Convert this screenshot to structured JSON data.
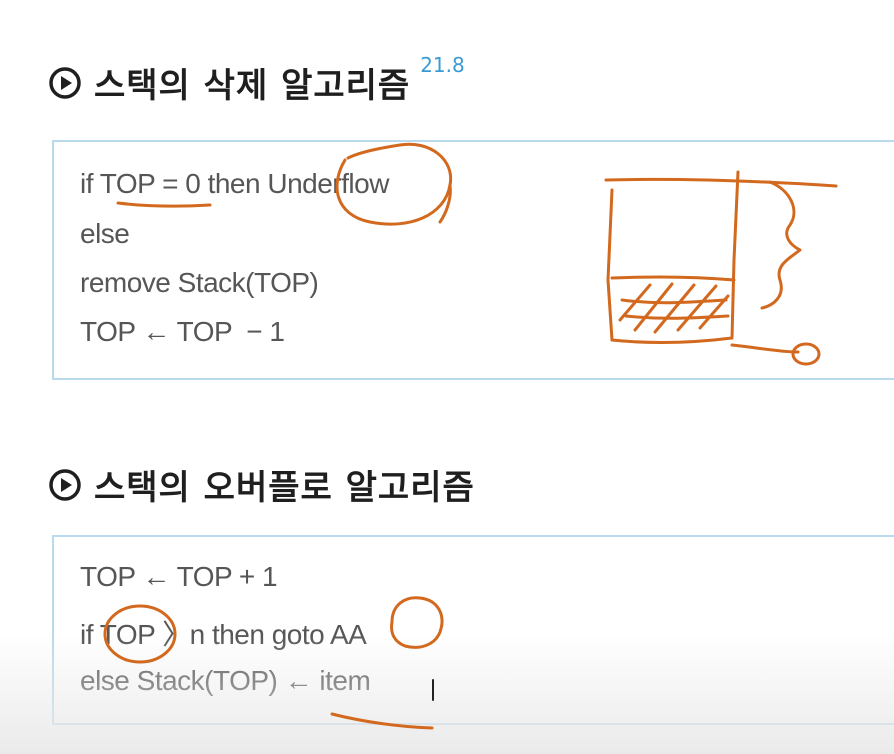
{
  "section1": {
    "title": "스택의 삭제 알고리즘",
    "superscript": "21.8",
    "code": [
      "if TOP = 0 then Underflow",
      "else",
      "remove Stack(TOP)",
      "TOP ← TOP  − 1"
    ]
  },
  "section2": {
    "title": "스택의 오버플로 알고리즘",
    "code": [
      "TOP ← TOP + 1",
      "if TOP 〉n then goto AA",
      "else Stack(TOP) ← item"
    ]
  },
  "colors": {
    "heading_text": "#1f1f1f",
    "code_text": "#565656",
    "box_border": "#b9d9ec",
    "superscript": "#3a9bd4",
    "annotation": "#d2691e"
  },
  "icons": {
    "heading_marker": "play-circle-icon"
  }
}
